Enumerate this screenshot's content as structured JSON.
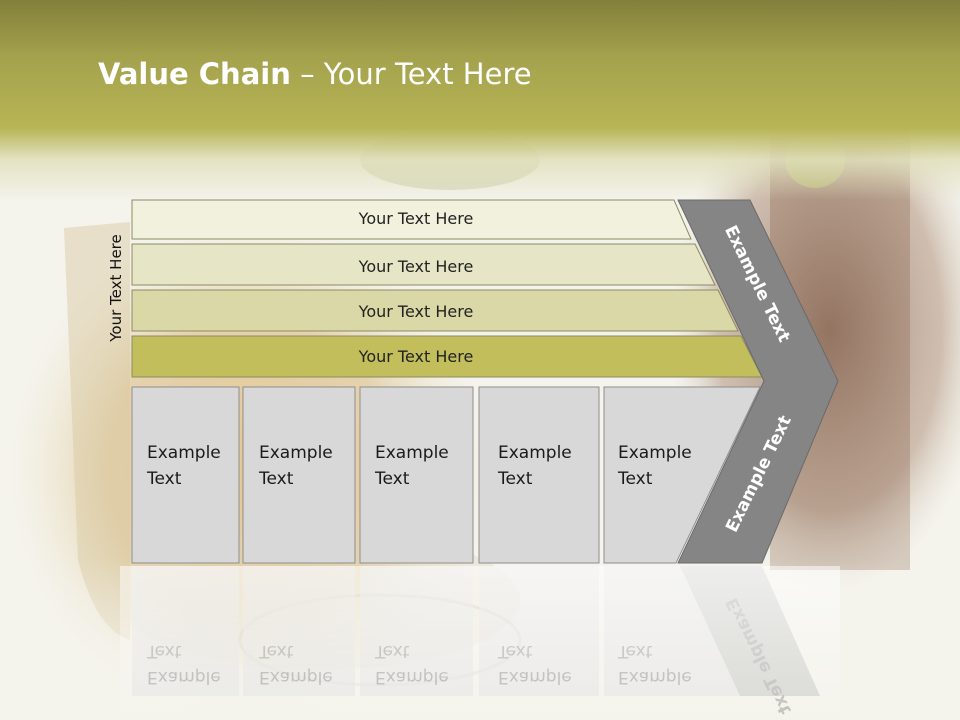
{
  "slide": {
    "title_bold": "Value Chain",
    "title_rest": " – Your Text Here",
    "vertical_label": "Your Text Here"
  },
  "colors": {
    "header_dark": "#827f3c",
    "header_light": "#b8b556",
    "bar_fills": [
      "#f1f1de",
      "#e6e6c6",
      "#d9d8a6",
      "#c2be5c"
    ],
    "box_fill": "#d8d8d8",
    "chevron_fill": "#858585"
  },
  "bars": [
    {
      "label": "Your Text Here"
    },
    {
      "label": "Your Text Here"
    },
    {
      "label": "Your Text Here"
    },
    {
      "label": "Your Text Here"
    }
  ],
  "boxes": [
    {
      "line1": "Example",
      "line2": "Text"
    },
    {
      "line1": "Example",
      "line2": "Text"
    },
    {
      "line1": "Example",
      "line2": "Text"
    },
    {
      "line1": "Example",
      "line2": "Text"
    },
    {
      "line1": "Example",
      "line2": "Text"
    }
  ],
  "chevron": {
    "upper_label": "Example Text",
    "lower_label": "Example Text"
  }
}
